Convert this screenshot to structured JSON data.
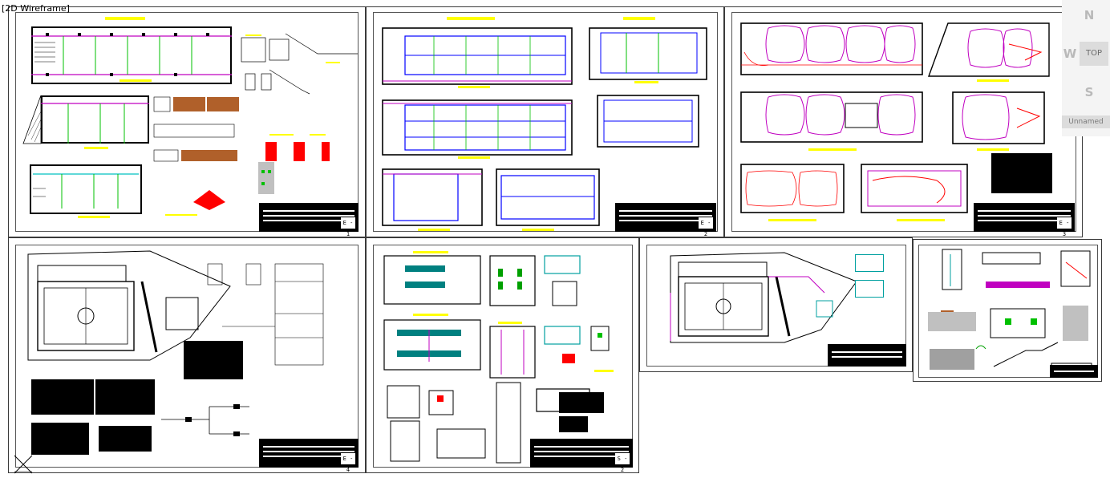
{
  "viewport": {
    "label": "[2D Wireframe]"
  },
  "viewcube": {
    "north": "N",
    "west": "W",
    "south": "S",
    "top": "TOP",
    "ucs_name": "Unnamed"
  },
  "sheets": [
    {
      "id": "sheet-1",
      "code": "E - 1"
    },
    {
      "id": "sheet-2",
      "code": "E - 2"
    },
    {
      "id": "sheet-3",
      "code": "E - 3"
    },
    {
      "id": "sheet-4",
      "code": "E - 4"
    },
    {
      "id": "sheet-5",
      "code": "S - 2"
    },
    {
      "id": "sheet-6",
      "code": ""
    },
    {
      "id": "sheet-7",
      "code": ""
    }
  ],
  "colors": {
    "background": "#ffffff",
    "highlight": "#ffff00",
    "electrical": "#ff0000",
    "magenta": "#c000c0",
    "cyan": "#00c0c0",
    "blue": "#0000ff",
    "green": "#00c000"
  }
}
